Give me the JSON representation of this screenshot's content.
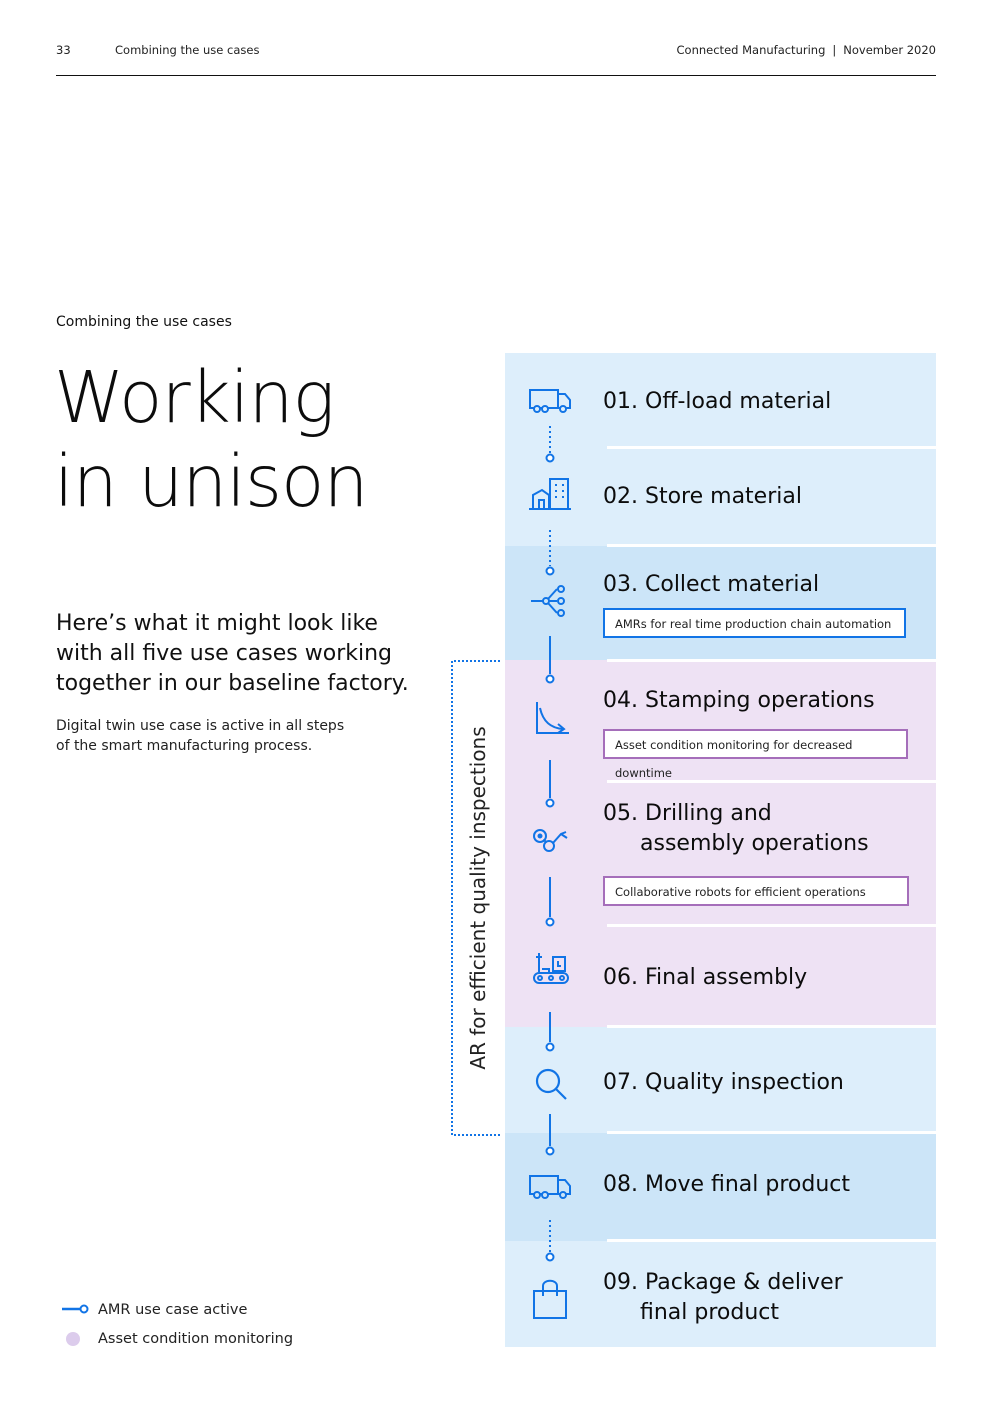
{
  "header": {
    "page_number": "33",
    "section": "Combining the use cases",
    "publication": "Connected Manufacturing",
    "date": "November 2020"
  },
  "intro": {
    "eyebrow": "Combining the use cases",
    "title_line1": "Working",
    "title_line2": "in unison",
    "lead": "Here’s what it might look like with all five use cases working together in our baseline factory.",
    "note": "Digital twin use case is active in all steps of the smart manufacturing process."
  },
  "ar_label": "AR for efficient quality inspections",
  "steps": [
    {
      "number": "01.",
      "title": "Off-load material",
      "icon": "truck-icon"
    },
    {
      "number": "02.",
      "title": "Store material",
      "icon": "warehouse-icon"
    },
    {
      "number": "03.",
      "title": "Collect material",
      "icon": "network-nodes-icon",
      "tag": "AMRs for real time production chain automation"
    },
    {
      "number": "04.",
      "title": "Stamping operations",
      "icon": "decline-curve-icon",
      "tag": "Asset condition monitoring for decreased downtime"
    },
    {
      "number": "05.",
      "title": "Drilling and",
      "title_line2": "assembly operations",
      "icon": "robot-arm-icon",
      "tag": "Collaborative robots for efficient operations"
    },
    {
      "number": "06.",
      "title": "Final assembly",
      "icon": "conveyor-icon"
    },
    {
      "number": "07.",
      "title": "Quality inspection",
      "icon": "magnifier-icon"
    },
    {
      "number": "08.",
      "title": "Move final product",
      "icon": "truck-icon"
    },
    {
      "number": "09.",
      "title": "Package & deliver",
      "title_line2": "final product",
      "icon": "shopping-bag-icon"
    }
  ],
  "legend": [
    {
      "label": "AMR use case active",
      "marker": "connector-line"
    },
    {
      "label": "Asset condition monitoring",
      "marker": "dot"
    }
  ],
  "colors": {
    "accent_blue": "#1174e6",
    "band_light_blue": "#ddeefb",
    "band_mid_blue": "#cce5f8",
    "band_lilac": "#eee2f4",
    "purple_border": "#a56eba",
    "legend_dot": "#dcccec"
  }
}
